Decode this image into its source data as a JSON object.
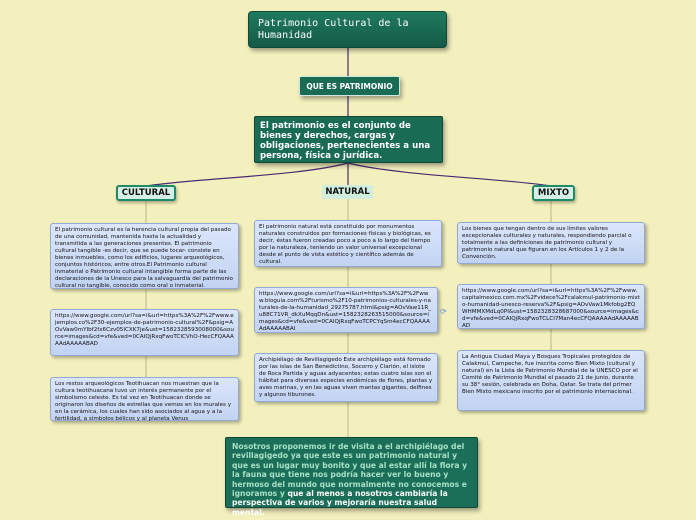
{
  "title": "Patrimonio Cultural de la Humanidad",
  "question": "QUE ES PATRIMONIO",
  "definition": "El patrimonio es el conjunto de bienes y derechos, cargas y obligaciones, pertenecientes a una persona, física o jurídica.",
  "categories": {
    "cultural": "CULTURAL",
    "natural": "NATURAL",
    "mixto": "MIXTO"
  },
  "cultural": {
    "description": "El patrimonio cultural es la herencia cultural propia del pasado de una comunidad, mantenida hasta la actualidad y transmitida a las generaciones presentes. El patrimonio cultural tangible -es decir, que se puede tocar- consiste en bienes inmuebles, como los edificios, lugares arqueológicos, conjuntos históricos, entre otros.El Patrimonio cultural inmaterial o Patrimonio cultural intangible forma parte de las declaraciones de la Unesco para la salvaguardia del patrimonio cultural no tangible, conocido como oral o inmaterial.",
    "link": "https://www.google.com/url?sa=i&url=https%3A%2F%2Fwww.ejemplos.co%2F30-ejemplos-de-patrimonio-cultural%2F&psig=AOvVaw0mYIbf2fx6Czv05ICXK7je&ust=1582328593008000&source=images&cd=vfe&ved=0CAIQjRxqFwoTCICVhO-HecCFQAAAAAdAAAAABAD",
    "example": "Los restos arqueológicos Teotihuacan nos muestran que la cultura teotihuacana tuvo un interés permanente por el simbolismo celeste. Es tal vez en Teotihuacan donde se originaron los diseños de estrellas que vemos en los murales y en la cerámica, los cuales han sido asociados al agua y a la fertilidad, a símbolos bélicos y al planeta Venus"
  },
  "natural": {
    "description": "El patrimonio natural está constituido por monumentos naturales construidos por formaciones físicas y biológicas, es decir, éstas fueron creadas poco a poco a lo largo del tiempo por la naturaleza, teniendo un valor universal excepcional desde el punto de vista estético y científico además de cultural.",
    "link": "https://www.google.com/url?sa=i&url=https%3A%2F%2Fwww.bloguia.com%2Fturismo%2F10-patrimonios-culturales-y-naturales-de-la-humanidad_29275787.html&psig=AOvVaw11R_u88C71VR_dkXuMqqDn&ust=1582328263515000&source=images&cd=vfe&ved=0CAIQjRxqFwoTCPCYqSm4ecCFQAAAAAdAAAAABAI",
    "example": "Archipiélago de Revillagigedo Este archipiélago está formado por las islas de San Benedictino, Socorro y Clarión, el islote de Roca Partida y aguas adyacentes; estas cuatro islas son el hábitat para diversas especies endémicas de flores, plantas y aves marinas, y en las aguas viven mantas gigantes, delfines y algunos tiburones."
  },
  "mixto": {
    "description": "Los bienes que tengan dentro de sus límites valores excepcionales culturales y naturales, respondiendo parcial o totalmente a las definiciones de patrimonio cultural y patrimonio natural que figuran en los Artículos 1 y 2 de la Convención.",
    "link": "https://www.google.com/url?sa=i&url=https%3A%2F%2Fwww.capitalmexico.com.mx%2Fvidece%2Fcalakmul-patrimonio-mixto-humanidad-unesco-reserva%2F&psig=AOvVaw1Mkfobg2EQWHMMXMdLq0PI&ust=1582328328687000&source=images&cd=vfe&ved=0CAIQjRxqFwoTCLCI7Man4ecCFQAAAAAdAAAAABAD",
    "example": "La Antigua Ciudad Maya y Bosques Tropicales protegidos de Calakmul, Campeche, fue inscrita como Bien Mixto (cultural y natural) en la Lista de Patrimonio Mundial de la UNESCO por el Comité de Patrimonio Mundial el pasado 21 de junio, durante su 38° sesión, celebrada en Doha, Qatar. Se trata del primer Bien Mixto mexicano inscrito por el patrimonio internacional."
  },
  "conclusion_main": "Nosotros proponemos ir de visita a el archipiélago del revillagigedo ya que este es un patrimonio natural y que es un lugar muy bonito y que al estar allí la flora y la fauna que tiene nos podría hacer ver lo bueno y hermoso del mundo que normalmente no conocemos e ignoramos y",
  "conclusion_tail": "que al menos a nosotros cambiaría la perspectiva de varios y mejoraría nuestra salud mental."
}
